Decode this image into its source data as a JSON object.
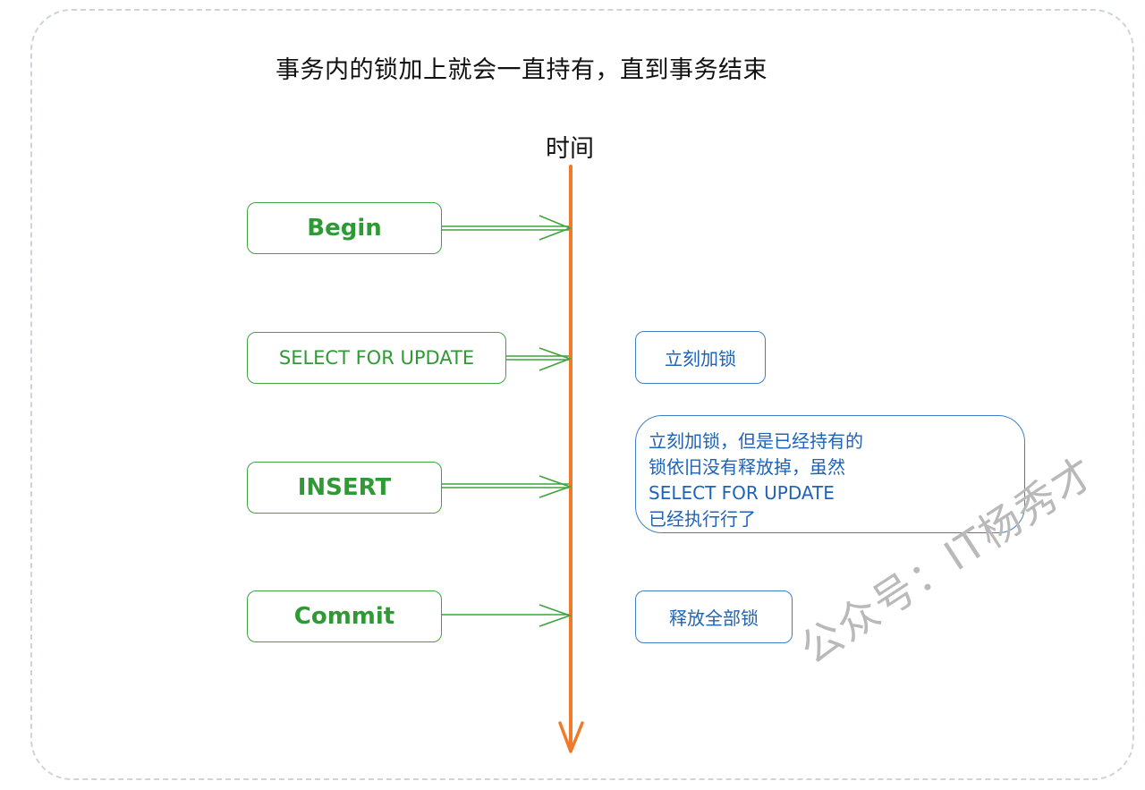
{
  "title": "事务内的锁加上就会一直持有，直到事务结束",
  "axis_label": "时间",
  "steps": [
    {
      "label": "Begin"
    },
    {
      "label": "SELECT FOR UPDATE"
    },
    {
      "label": "INSERT"
    },
    {
      "label": "Commit"
    }
  ],
  "notes": [
    {
      "lines": [
        "立刻加锁"
      ]
    },
    {
      "lines": [
        "立刻加锁，但是已经持有的",
        "锁依旧没有释放掉，虽然",
        "SELECT FOR UPDATE",
        "已经执行行了"
      ]
    },
    {
      "lines": [
        "释放全部锁"
      ]
    }
  ],
  "colors": {
    "timeline": "#f07a2a",
    "step_border": "#3fa33f",
    "step_text": "#2f9a35",
    "note_border": "#3f7fc8",
    "note_text": "#1f63b8",
    "frame": "#cfd3da",
    "watermark": "#b9b9b9"
  },
  "watermark": "公众号：IT杨秀才"
}
